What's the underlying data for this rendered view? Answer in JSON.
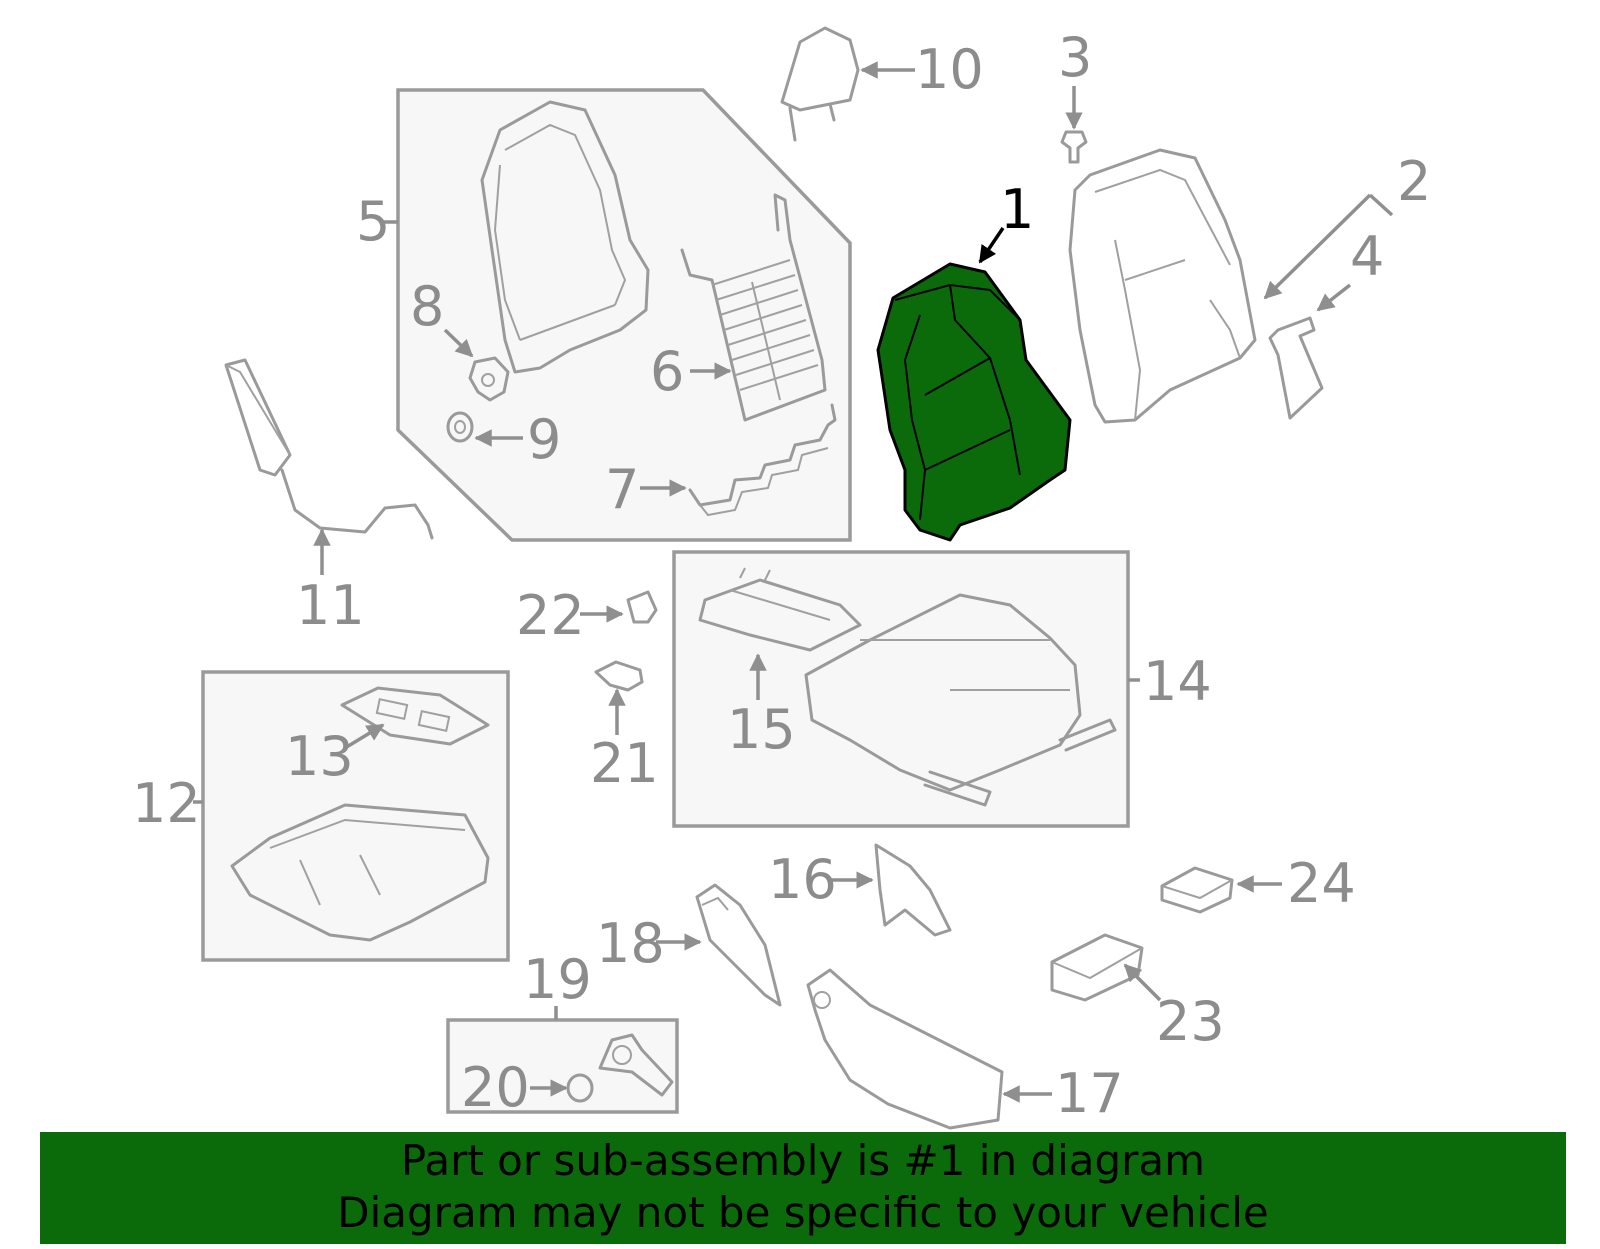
{
  "colors": {
    "highlight": "#0b6b0b",
    "banner": "#0b6b0b",
    "part_line": "#9a9a9a",
    "label": "#8c8c8c"
  },
  "callouts": {
    "n1": "1",
    "n2": "2",
    "n3": "3",
    "n4": "4",
    "n5": "5",
    "n6": "6",
    "n7": "7",
    "n8": "8",
    "n9": "9",
    "n10": "10",
    "n11": "11",
    "n12": "12",
    "n13": "13",
    "n14": "14",
    "n15": "15",
    "n16": "16",
    "n17": "17",
    "n18": "18",
    "n19": "19",
    "n20": "20",
    "n21": "21",
    "n22": "22",
    "n23": "23",
    "n24": "24"
  },
  "banner": {
    "line1": "Part or sub-assembly is #1 in diagram",
    "line2": "Diagram may not be specific to your vehicle"
  }
}
